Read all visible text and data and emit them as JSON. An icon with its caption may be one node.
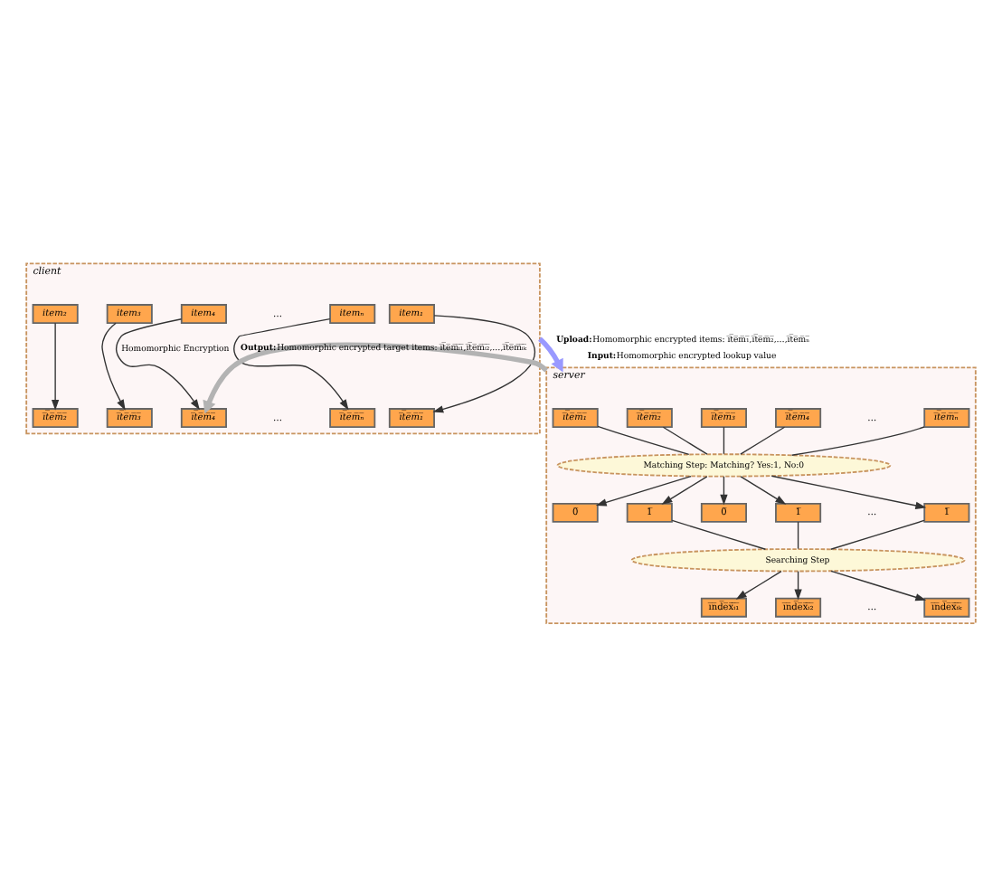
{
  "diagram": {
    "nodes": [
      {
        "text": [
          "client"
        ]
      },
      {
        "text": [
          "item₁"
        ],
        "in": 0
      },
      {
        "text": [
          "item₂"
        ],
        "in": 0
      },
      {
        "text": [
          "item₃"
        ],
        "in": 0
      },
      {
        "text": [
          "item₄"
        ],
        "in": 0
      },
      {
        "text": [
          "itemₙ"
        ],
        "in": 0
      },
      {
        "text": [
          "i̅t̅e̅m̅₁̅"
        ],
        "in": 0
      },
      {
        "text": [
          "i̅t̅e̅m̅₂̅"
        ],
        "in": 0
      },
      {
        "text": [
          "i̅t̅e̅m̅₃̅"
        ],
        "in": 0
      },
      {
        "text": [
          "i̅t̅e̅m̅₄̅"
        ],
        "in": 0
      },
      {
        "text": [
          "i̅t̅e̅m̅ₙ̅"
        ],
        "in": 0
      },
      {
        "text": [
          "server"
        ]
      },
      {
        "text": [
          "i̅t̅e̅m̅₁̅"
        ],
        "in": 11
      },
      {
        "text": [
          "i̅t̅e̅m̅₂̅"
        ],
        "in": 11
      },
      {
        "text": [
          "i̅t̅e̅m̅₃̅"
        ],
        "in": 11
      },
      {
        "text": [
          "i̅t̅e̅m̅₄̅"
        ],
        "in": 11
      },
      {
        "text": [
          "i̅t̅e̅m̅ₙ̅"
        ],
        "in": 11
      },
      {
        "text": [
          "Matching Step: Matching? Yes:1, No:0"
        ],
        "in": 11
      },
      {
        "text": [
          "0̅"
        ],
        "in": 11
      },
      {
        "text": [
          "1̅"
        ],
        "in": 11
      },
      {
        "text": [
          "0̅"
        ],
        "in": 11
      },
      {
        "text": [
          "1̅"
        ],
        "in": 11
      },
      {
        "text": [
          "1̅"
        ],
        "in": 11
      },
      {
        "text": [
          "Searching Step"
        ],
        "in": 11
      },
      {
        "text": [
          "i̅n̅d̅e̅x̅ᵢ̅₁̅"
        ],
        "in": 11
      },
      {
        "text": [
          "i̅n̅d̅e̅x̅ᵢ̅₂̅"
        ],
        "in": 11
      },
      {
        "text": [
          "i̅n̅d̅e̅x̅ᵢ̅ₖ̅"
        ],
        "in": 11
      }
    ],
    "edges": [
      {
        "from": 1,
        "to": 6,
        "arrow": "to"
      },
      {
        "from": 2,
        "to": 7,
        "arrow": "to"
      },
      {
        "from": 3,
        "to": 8,
        "arrow": "to"
      },
      {
        "from": 4,
        "to": 9,
        "arrow": "to",
        "label": "Homomorphic Encryption"
      },
      {
        "from": 5,
        "to": 10,
        "arrow": "to"
      },
      {
        "from": 11,
        "to": 9,
        "arrow": "to",
        "style": "thick",
        "color": "#b3b3b3",
        "label": "**Output:**Homomorphic encrypted target items: i̅t̅e̅m̅ᵢ̅₁̅,i̅t̅e̅m̅ᵢ̅₂̅,…,i̅t̅e̅m̅ᵢ̅ₖ̅"
      },
      {
        "from": 0,
        "to": 11,
        "arrow": "to",
        "style": "thick",
        "color": "#9999ff",
        "label": "**Upload:**Homomorphic encrypted items: i̅t̅e̅m̅₁̅,i̅t̅e̅m̅₂̅,…,i̅t̅e̅m̅ₙ̅"
      },
      {
        "from": 12,
        "to": 17,
        "arrow": "none"
      },
      {
        "from": 13,
        "to": 17,
        "arrow": "none"
      },
      {
        "from": 14,
        "to": 17,
        "arrow": "none"
      },
      {
        "from": 15,
        "to": 17,
        "arrow": "none"
      },
      {
        "from": 16,
        "to": 17,
        "arrow": "none"
      },
      {
        "from": 17,
        "to": 18,
        "arrow": "to"
      },
      {
        "from": 17,
        "to": 19,
        "arrow": "to"
      },
      {
        "from": 17,
        "to": 20,
        "arrow": "to"
      },
      {
        "from": 17,
        "to": 21,
        "arrow": "to"
      },
      {
        "from": 17,
        "to": 22,
        "arrow": "to"
      },
      {
        "from": 19,
        "to": 23,
        "arrow": "none"
      },
      {
        "from": 21,
        "to": 23,
        "arrow": "none"
      },
      {
        "from": 22,
        "to": 23,
        "arrow": "none"
      },
      {
        "from": 23,
        "to": 24,
        "arrow": "to"
      },
      {
        "from": 23,
        "to": 25,
        "arrow": "to"
      },
      {
        "from": 23,
        "to": 26,
        "arrow": "to"
      }
    ],
    "labels": [
      "…",
      "…",
      "**Input:**Homomorphic encrypted lookup value",
      "…",
      "…",
      "…"
    ]
  }
}
